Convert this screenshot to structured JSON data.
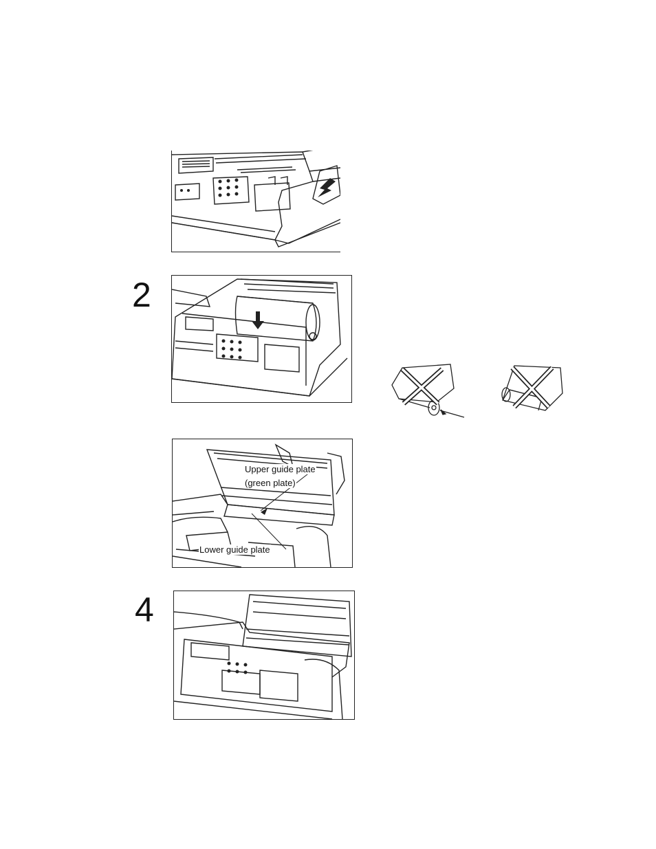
{
  "steps": [
    {
      "id": "step-1",
      "number": ""
    },
    {
      "id": "step-2",
      "number": "2"
    },
    {
      "id": "step-3",
      "number": ""
    },
    {
      "id": "step-4",
      "number": "4"
    }
  ],
  "illustration_3": {
    "upper_label_line1": "Upper guide plate",
    "upper_label_line2": "(green plate)",
    "lower_label": "Lower guide plate"
  },
  "icons": [
    "fax-machine-illustration",
    "down-arrow-icon",
    "incorrect-roll-icon"
  ]
}
